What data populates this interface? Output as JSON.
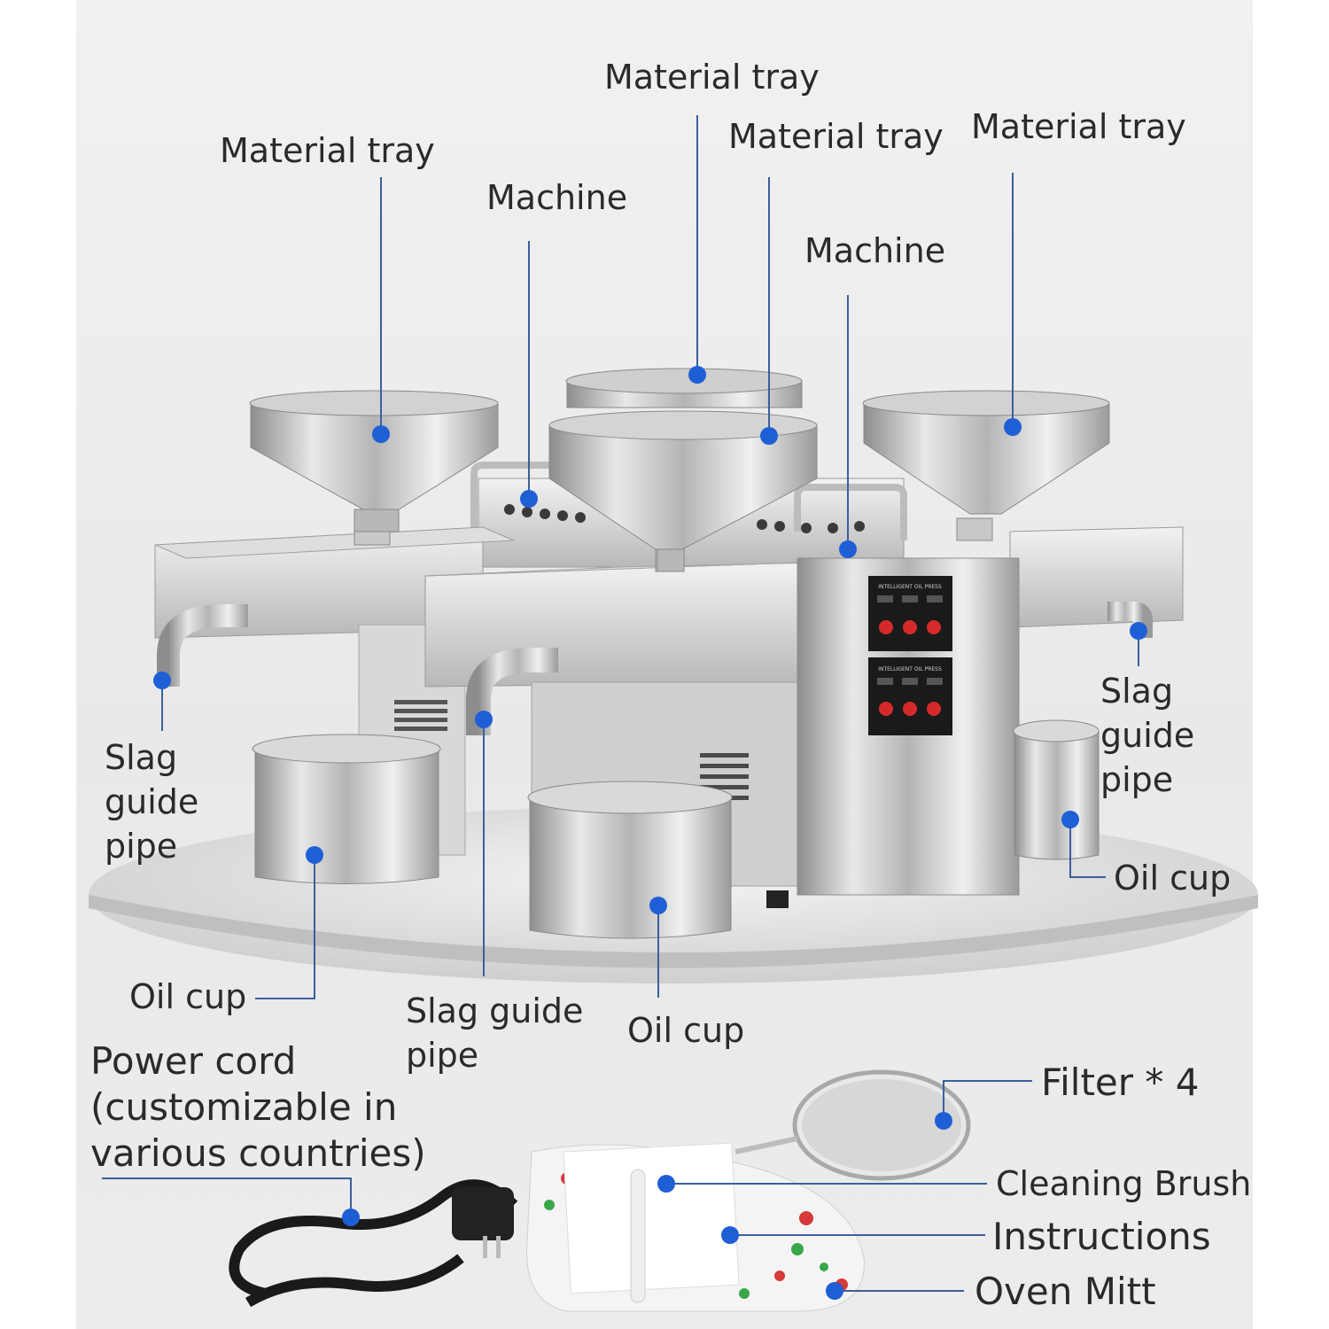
{
  "labels": {
    "material_tray_1": "Material tray",
    "material_tray_2": "Material tray",
    "material_tray_3": "Material tray",
    "material_tray_4": "Material tray",
    "machine_1": "Machine",
    "machine_2": "Machine",
    "slag_guide_pipe_left": "Slag guide pipe",
    "slag_guide_pipe_center": "Slag guide pipe",
    "slag_guide_pipe_right": "Slag guide pipe",
    "oil_cup_left": "Oil cup",
    "oil_cup_center": "Oil cup",
    "oil_cup_right": "Oil cup",
    "power_cord": "Power cord (customizable in various countries)",
    "filter": "Filter * 4",
    "cleaning_brush": "Cleaning Brush",
    "instructions": "Instructions",
    "oven_mitt": "Oven Mitt"
  },
  "control_panel": {
    "title": "INTELLIGENT OIL PRESS"
  },
  "colors": {
    "marker": "#1f5fd6",
    "leader_line": "#3b5f9a",
    "steel_light": "#e6e6e6",
    "steel_dark": "#8f8f8f",
    "panel_black": "#1a1a1a",
    "button_red": "#d62a2a"
  }
}
